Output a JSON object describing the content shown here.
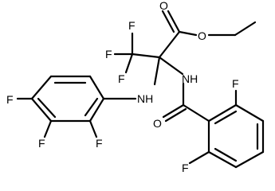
{
  "molecule": {
    "atoms": {
      "f_cf3_top": "F",
      "f_cf3_left": "F",
      "f_cf3_bottom": "F",
      "o_carbonyl_ester": "O",
      "o_ester": "O",
      "n_amide": "NH",
      "n_amine": "NH",
      "o_amide": "O",
      "f_benzoyl_top": "F",
      "f_benzoyl_bottom": "F",
      "f_anilino_4": "F",
      "f_anilino_3": "F",
      "f_anilino_2": "F"
    }
  }
}
